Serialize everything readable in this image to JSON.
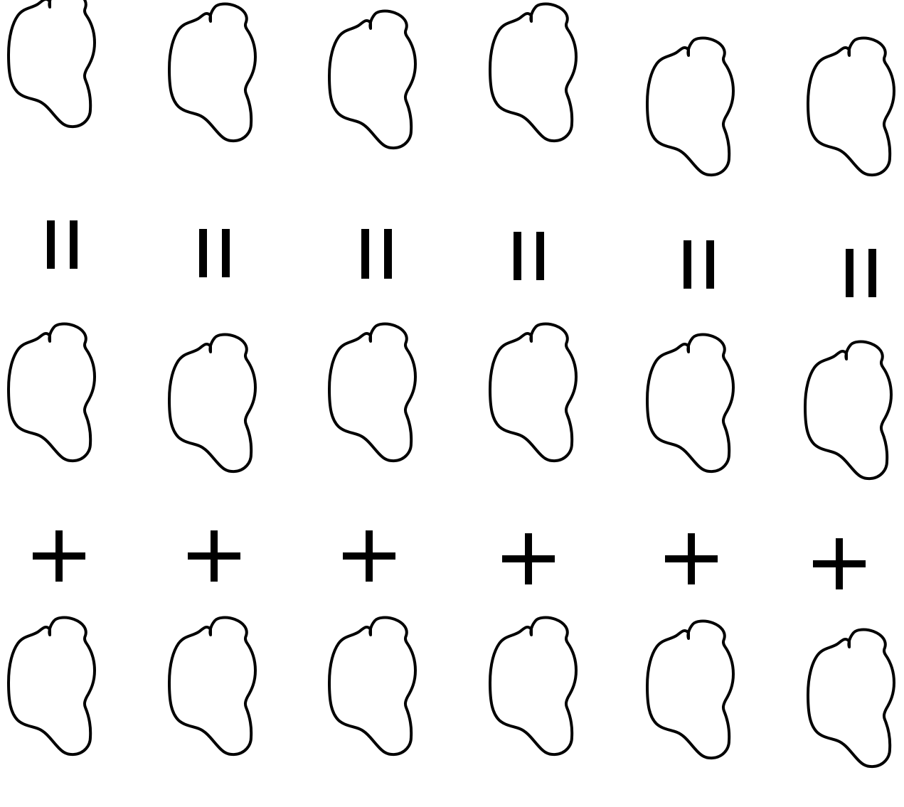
{
  "diagram": {
    "columns": 6,
    "rows": [
      {
        "role": "result",
        "shape": "blob-outline"
      },
      {
        "role": "operator",
        "symbol": "equals",
        "glyph": "="
      },
      {
        "role": "operand",
        "shape": "blob-outline"
      },
      {
        "role": "operator",
        "symbol": "plus",
        "glyph": "+"
      },
      {
        "role": "operand",
        "shape": "blob-outline"
      }
    ],
    "colors": {
      "stroke": "#000000",
      "background": "#ffffff"
    }
  }
}
